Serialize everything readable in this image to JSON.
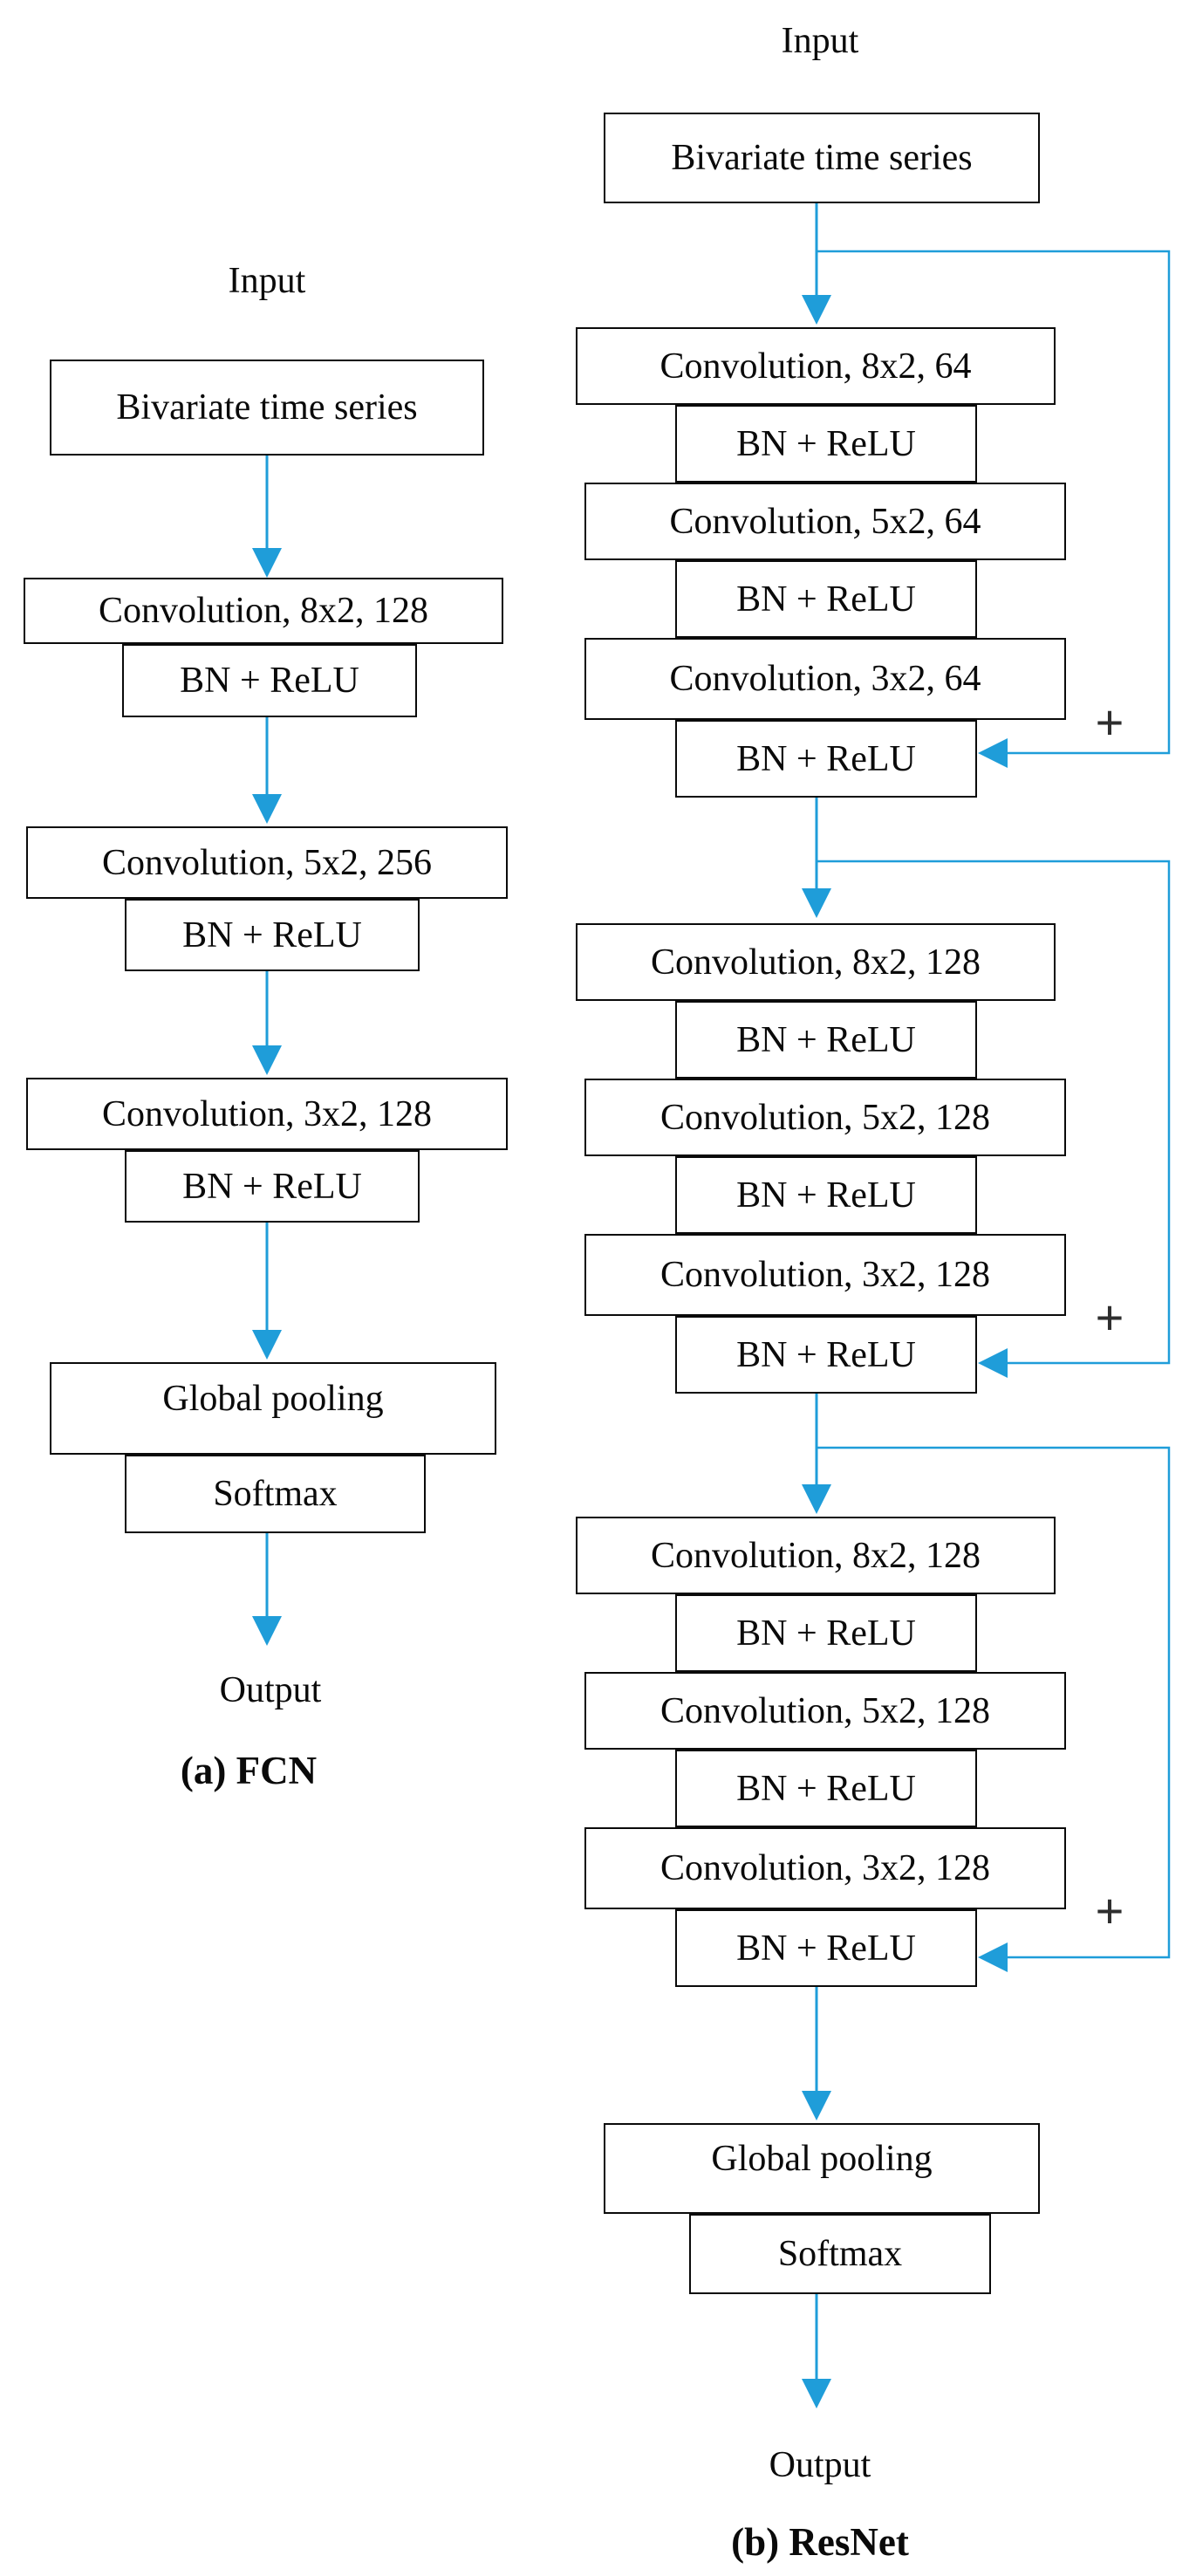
{
  "colors": {
    "arrow_blue": "#1f9dd9",
    "box_border": "#0a0a0a",
    "text": "#0a0a0a",
    "merge_plus": "#2e2e2e"
  },
  "fcn": {
    "input_label": "Input",
    "layers": [
      {
        "label": "Bivariate time series"
      },
      {
        "label": "Convolution, 8x2, 128"
      },
      {
        "label": "BN + ReLU"
      },
      {
        "label": "Convolution, 5x2, 256"
      },
      {
        "label": "BN + ReLU"
      },
      {
        "label": "Convolution, 3x2, 128"
      },
      {
        "label": "BN + ReLU"
      },
      {
        "label": "Global pooling"
      },
      {
        "label": "Softmax"
      }
    ],
    "output_label": "Output",
    "caption": "(a) FCN"
  },
  "resnet": {
    "input_label": "Input",
    "input_layer": {
      "label": "Bivariate time series"
    },
    "blocks": [
      {
        "merge_symbol": "+",
        "layers": [
          {
            "label": "Convolution, 8x2, 64"
          },
          {
            "label": "BN + ReLU"
          },
          {
            "label": "Convolution, 5x2, 64"
          },
          {
            "label": "BN + ReLU"
          },
          {
            "label": "Convolution, 3x2, 64"
          },
          {
            "label": "BN + ReLU"
          }
        ]
      },
      {
        "merge_symbol": "+",
        "layers": [
          {
            "label": "Convolution, 8x2, 128"
          },
          {
            "label": "BN + ReLU"
          },
          {
            "label": "Convolution, 5x2, 128"
          },
          {
            "label": "BN + ReLU"
          },
          {
            "label": "Convolution, 3x2, 128"
          },
          {
            "label": "BN + ReLU"
          }
        ]
      },
      {
        "merge_symbol": "+",
        "layers": [
          {
            "label": "Convolution, 8x2, 128"
          },
          {
            "label": "BN + ReLU"
          },
          {
            "label": "Convolution, 5x2, 128"
          },
          {
            "label": "BN + ReLU"
          },
          {
            "label": "Convolution, 3x2, 128"
          },
          {
            "label": "BN + ReLU"
          }
        ]
      }
    ],
    "final_layers": [
      {
        "label": "Global pooling"
      },
      {
        "label": "Softmax"
      }
    ],
    "output_label": "Output",
    "caption": "(b) ResNet"
  }
}
